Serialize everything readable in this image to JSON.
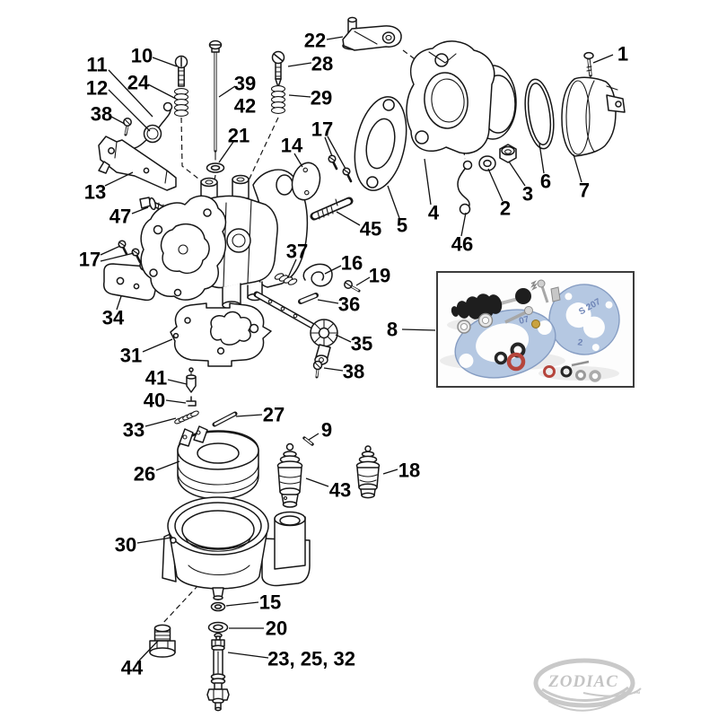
{
  "page": {
    "background": "#ffffff"
  },
  "artwork": {
    "stroke_color": "#161616",
    "label_color": "#000000"
  },
  "labels": {
    "l1": "1",
    "l2": "2",
    "l3": "3",
    "l4": "4",
    "l5": "5",
    "l6": "6",
    "l7": "7",
    "l8": "8",
    "l9": "9",
    "l10": "10",
    "l11": "11",
    "l12": "12",
    "l13": "13",
    "l14": "14",
    "l15": "15",
    "l16": "16",
    "l17a": "17",
    "l17b": "17",
    "l18": "18",
    "l19": "19",
    "l20": "20",
    "l21": "21",
    "l22": "22",
    "l23_25_32": "23, 25, 32",
    "l24": "24",
    "l26": "26",
    "l27": "27",
    "l28": "28",
    "l29": "29",
    "l30": "30",
    "l31": "31",
    "l33": "33",
    "l34": "34",
    "l35": "35",
    "l36": "36",
    "l37": "37",
    "l38a": "38",
    "l38b": "38",
    "l39": "39",
    "l40": "40",
    "l41": "41",
    "l42": "42",
    "l43": "43",
    "l44": "44",
    "l45": "45",
    "l46": "46",
    "l47": "47"
  },
  "inset_kit": {
    "border_color": "#3c3c3c",
    "gasket_blue": "#b5c8e2",
    "gasket_print_a": "S 207",
    "gasket_print_b": "07",
    "gasket_print_c": "2",
    "oring_red": "#b5453c",
    "rubber_black": "#1e1e1e",
    "brass": "#c9a23f"
  },
  "logo": {
    "text": "ZODIAC",
    "tm": "™",
    "color": "#c4c4c4"
  }
}
